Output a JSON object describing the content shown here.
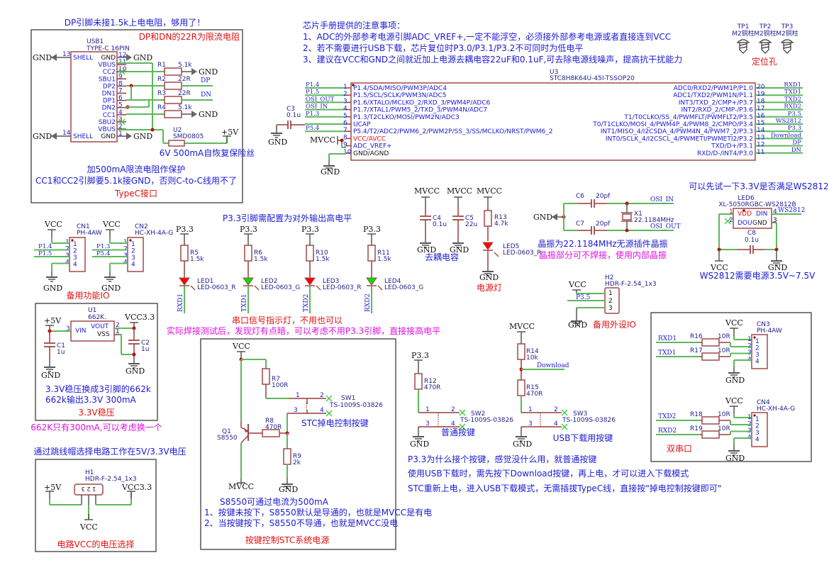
{
  "notes": {
    "dp_pullup": "DP引脚未接1.5k上电电阻，够用了！",
    "dp_dn_22r": "DP和DN的22R为限流电阻",
    "fuse_desc": "6V 500mA自恢复保险丝",
    "typec_line1": "加500mA限流电阻作保护",
    "typec_line2": "CC1和CC2引脚要5.1k接GND，否则C-to-C线用不了",
    "typec_title": "TypeC接口",
    "chip_title": "芯片手册提供的注意事项：",
    "chip_1": "1、ADC的外部参考电源引脚ADC_VREF+,一定不能浮空，必须接外部参考电源或者直接连到VCC",
    "chip_2": "2、若不需要进行USB下载，芯片复位时P3.0/P3.1/P3.2不可同时为低电平",
    "chip_3": "3、建议在VCC和GND之间就近加上电源去耦电容22uF和0.1uF,可去除电源线噪声，提高抗干扰能力",
    "mounting": "定位孔",
    "ws_try": "可以先试一下3.3V是否满足WS2812",
    "ws_power": "WS2812需要电源3.5V~7.5V",
    "decoup": "去耦电容",
    "power_led": "电源灯",
    "xtal_1": "晶振为22.1184MHz无源插件晶振",
    "xtal_2": "晶振部分可不焊接，使用内部晶振",
    "spare_io": "备用功能IO",
    "p33_cfg": "P3.3引脚需配置为对外输出高电平",
    "serial_led": "串口信号指示灯，不用也可以",
    "serial_led2": "实际焊接测试后，发现灯有点暗，可以考虑不用P3.3引脚，直接接高电平",
    "ldo_1": "3.3V稳压换成3引脚的662k",
    "ldo_2": "662k输出3.3V 300mA",
    "ldo_title": "3.3V稳压",
    "ldo_note": "662K只有300mA,可以考虑换一个",
    "jumper_note": "通过跳线帽选择电路工作在5V/3.3V电压",
    "jumper_title": "电路VCC的电压选择",
    "stc_sw": "STC掉电控制按键",
    "s8550_1": "S8550可通过电流为500mA",
    "s8550_2": "1、按键未按下，S8550默认是导通的，也就是MVCC是有电",
    "s8550_3": "2、当按键按下，S8550不导通，也就是MVCC没电",
    "stc_power_title": "按键控制STC系统电源",
    "normal_key": "普通按键",
    "usb_key": "USB下载用按键",
    "key_1": "P3.3为什么接个按键，感觉没什么用，就普通按键",
    "key_2": "使用USB下载时，需先按下Download按键，再上电，才可以进入下载模式",
    "key_3": "STC重新上电，进入USB下载模式，无需插拔TypeC线，直接按\"掉电控制按键即可\"",
    "spare_periph": "备用外设IO",
    "dual_uart": "双串口"
  },
  "usb": {
    "ref": "USB1",
    "part": "TYPE-C 16PIN",
    "pins_left": [
      {
        "num": "13",
        "name": "SHELL"
      },
      {
        "num": "14",
        "name": "SHELL"
      }
    ],
    "pins_right": [
      {
        "num": "12",
        "name": "GND"
      },
      {
        "num": "11",
        "name": "VBUS"
      },
      {
        "num": "10",
        "name": "CC2"
      },
      {
        "num": "9",
        "name": "SBU1"
      },
      {
        "num": "8",
        "name": "DP2"
      },
      {
        "num": "7",
        "name": "DN1"
      },
      {
        "num": "6",
        "name": "DP1"
      },
      {
        "num": "5",
        "name": "DN2"
      },
      {
        "num": "4",
        "name": "CC1"
      },
      {
        "num": "3",
        "name": "SBU2"
      },
      {
        "num": "2",
        "name": "VBUS"
      },
      {
        "num": "1",
        "name": "GND"
      }
    ],
    "resistors": [
      {
        "ref": "R1",
        "value": "5.1k",
        "net": "GND"
      },
      {
        "ref": "R2",
        "value": "22R",
        "net": "DP"
      },
      {
        "ref": "R3",
        "value": "22R",
        "net": "DN"
      },
      {
        "ref": "R4",
        "value": "5.1k",
        "net": "GND"
      }
    ],
    "fuse": {
      "ref": "U2",
      "part": "SMD0805",
      "net": "+5V"
    }
  },
  "mcu": {
    "ref": "U3",
    "part": "STC8H8K64U-45I-TSSOP20",
    "left": [
      {
        "num": "1",
        "name": "P1.4/SDA/MISO/PWM3P/ADC4",
        "net": "P1.4"
      },
      {
        "num": "2",
        "name": "P1.5/SCL/SCLK/PWM3N/ADC5",
        "net": "P1.5"
      },
      {
        "num": "3",
        "name": "P1.6/XTALO/MCLKO_2/RXD_3/PWM4P/ADC6",
        "net": "OSI_OUT"
      },
      {
        "num": "4",
        "name": "P1.7/XTAL1/PWM5_2/TXD_3/PWM4N/ADC7",
        "net": "OSI_IN"
      },
      {
        "num": "5",
        "name": "P1.3/T2CLKO/MOSI/PWM2N/ADC3",
        "net": "P1.3"
      },
      {
        "num": "6",
        "name": "UCAP",
        "net": ""
      },
      {
        "num": "7",
        "name": "P5.4/T2/ADC2/PWM6_2/PWM2P/SS_3/SS/MCLKO/NRST/PWM6_2",
        "net": "P5.4"
      },
      {
        "num": "8",
        "name": "VCC/AVCC",
        "net": ""
      },
      {
        "num": "9",
        "name": "ADC_VREF+",
        "net": ""
      },
      {
        "num": "10",
        "name": "GND/AGND",
        "net": ""
      }
    ],
    "right": [
      {
        "num": "20",
        "name": "ADC0/RXD2/PWM1P/P1.0",
        "net": "RXD1"
      },
      {
        "num": "19",
        "name": "ADC1/TXD2/PWM1N/P1.1",
        "net": "TXD1"
      },
      {
        "num": "18",
        "name": "INT3/TXD_2/CMP+/P3.7",
        "net": "TXD2"
      },
      {
        "num": "17",
        "name": "INT2/RXD_2/CMP-/P3.6",
        "net": "RXD2"
      },
      {
        "num": "16",
        "name": "T1/T0CLKO/SS_4/PWMFLT/PWMFLT2/P3.5",
        "net": "P3.5"
      },
      {
        "num": "15",
        "name": "T0/T1CLKO/MOSI_4/PWM4P_4/PWM8_2/CMPO/P3.4",
        "net": "WS2812"
      },
      {
        "num": "14",
        "name": "INT1/MISO_4/I2CSDA_4/PWM4N_4/PWM7_2/P3.3",
        "net": "P3.3"
      },
      {
        "num": "13",
        "name": "INT0/SCLK_4/I2CSCL_4/PWMETI/PWMETI2/P3.2",
        "net": "Download"
      },
      {
        "num": "12",
        "name": "TXD/D+/P3.1",
        "net": "DP"
      },
      {
        "num": "11",
        "name": "RXD/D-/INT4/P3.0",
        "net": "DN"
      }
    ],
    "c3": {
      "ref": "C3",
      "value": "0.1u"
    }
  },
  "testpoints": [
    {
      "ref": "TP1",
      "part": "M2铜柱"
    },
    {
      "ref": "TP2",
      "part": "M2铜柱"
    },
    {
      "ref": "TP3",
      "part": "M2铜柱"
    }
  ],
  "nets": {
    "gnd": "GND",
    "vcc": "VCC",
    "mvcc": "MVCC",
    "p5v": "+5V",
    "vcc33": "VCC3.3",
    "p33": "P3.3"
  },
  "decoupling": [
    {
      "ref": "C4",
      "value": "0.1u"
    },
    {
      "ref": "C5",
      "value": "22u"
    }
  ],
  "power_led": {
    "r_ref": "R13",
    "r_val": "4.7k",
    "led_ref": "LED5",
    "led_part": "LED-0603_R"
  },
  "crystal": {
    "x_ref": "X1",
    "x_val": "22.1184MHz",
    "c6_ref": "C6",
    "c6_val": "20pf",
    "c7_ref": "C7",
    "c7_val": "20pf",
    "net_in": "OSI_IN",
    "net_out": "OSI_OUT"
  },
  "ws2812": {
    "ref": "LED6",
    "part": "XL-5050RGBC-WS2812B",
    "pins": [
      {
        "num": "1",
        "name": "VDD"
      },
      {
        "num": "2",
        "name": "DOU"
      },
      {
        "num": "3",
        "name": "GND"
      },
      {
        "num": "4",
        "name": "DIN"
      }
    ],
    "net": "WS2812",
    "cap_ref": "C8",
    "cap_val": "0.1u"
  },
  "cn1": {
    "ref": "CN1",
    "part": "PH-4AW",
    "nets": [
      "P1.4",
      "P1.5"
    ]
  },
  "cn2": {
    "ref": "CN2",
    "part": "HC-XH-4A-G",
    "nets": [
      "P1.3",
      "P5.4"
    ]
  },
  "pin_nums": [
    "1",
    "2",
    "3",
    "4"
  ],
  "leds": [
    {
      "r_ref": "R5",
      "r_val": "1.5k",
      "led_ref": "LED1",
      "led_part": "LED-0603_R",
      "net": "RXD1",
      "color": "#ff0000"
    },
    {
      "r_ref": "R6",
      "r_val": "1.5k",
      "led_ref": "LED2",
      "led_part": "LED-0603_G",
      "net": "TXD1",
      "color": "#00e000"
    },
    {
      "r_ref": "R10",
      "r_val": "1.5k",
      "led_ref": "LED3",
      "led_part": "LED-0603_R",
      "net": "TXD2",
      "color": "#ff0000"
    },
    {
      "r_ref": "R11",
      "r_val": "1.5k",
      "led_ref": "LED4",
      "led_part": "LED-0603_G",
      "net": "RXD2",
      "color": "#00e000"
    }
  ],
  "ldo": {
    "ref": "U1",
    "part": "662K.",
    "pins": [
      {
        "num": "3",
        "name": "VIN"
      },
      {
        "num": "2",
        "name": "VOUT"
      },
      {
        "num": "1",
        "name": "VSS"
      }
    ],
    "c1_ref": "C1",
    "c1_val": "1u",
    "c2_ref": "C2",
    "c2_val": "1u"
  },
  "h1": {
    "ref": "H1",
    "part": "HDR-F-2.54_1x3",
    "pins": "1 2 3"
  },
  "h2": {
    "ref": "H2",
    "part": "HDR-F-2.54_1x3",
    "net": "P3.5"
  },
  "stc_power": {
    "r7_ref": "R7",
    "r7_val": "100R",
    "r8_ref": "R8",
    "r8_val": "470R",
    "r9_ref": "R9",
    "r9_val": "2k",
    "q_ref": "Q1",
    "q_part": "S8550",
    "sw_ref": "SW1",
    "sw_part": "TS-1009S-03826"
  },
  "sw2": {
    "r_ref": "R12",
    "r_val": "470R",
    "sw_ref": "SW2",
    "sw_part": "TS-1009S-03826"
  },
  "sw3": {
    "r14_ref": "R14",
    "r14_val": "10k",
    "r15_ref": "R15",
    "r15_val": "470R",
    "net": "Download",
    "sw_ref": "SW3",
    "sw_part": "TS-1009S-03826"
  },
  "sw_pins": [
    "1",
    "2",
    "3",
    "4"
  ],
  "uart": {
    "cn3_ref": "CN3",
    "cn3_part": "PH-4AW",
    "cn4_ref": "CN4",
    "cn4_part": "HC-XH-4A-G",
    "rows": [
      {
        "ref": "R16",
        "val": "10R",
        "net": "RXD1"
      },
      {
        "ref": "R17",
        "val": "10R",
        "net": "TXD1"
      },
      {
        "ref": "R18",
        "val": "10R",
        "net": "TXD2"
      },
      {
        "ref": "R19",
        "val": "10R",
        "net": "RXD2"
      }
    ]
  }
}
